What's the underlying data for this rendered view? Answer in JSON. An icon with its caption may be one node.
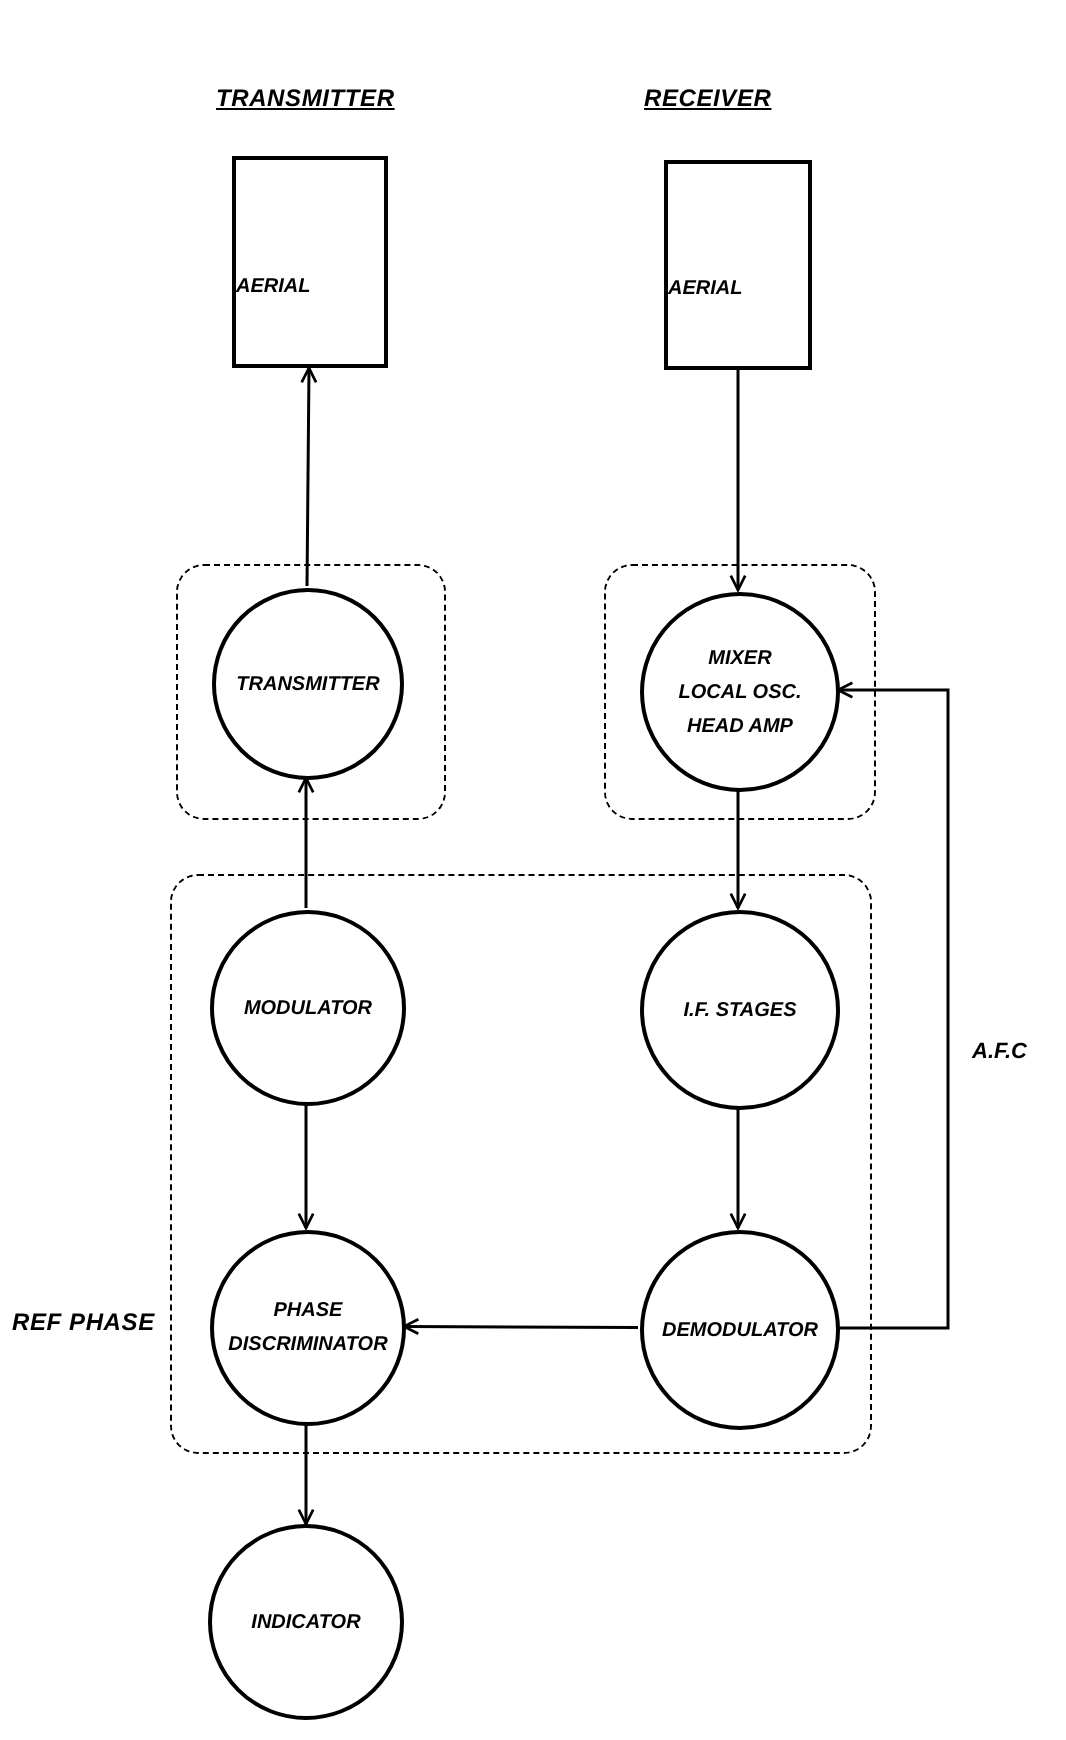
{
  "diagram": {
    "nodes": [
      {
        "text": [
          "AERIAL"
        ]
      },
      {
        "text": [
          "AERIAL"
        ]
      },
      {
        "text": [],
        "shape": "box"
      },
      {
        "text": [
          "TRANSMITTER"
        ],
        "in": 2
      },
      {
        "text": [],
        "shape": "box"
      },
      {
        "text": [
          "MIXER",
          "LOCAL OSC.",
          "HEAD AMP"
        ],
        "in": 4
      },
      {
        "text": [],
        "shape": "box"
      },
      {
        "text": [
          "MODULATOR"
        ],
        "in": 6
      },
      {
        "text": [
          "I.F. STAGES"
        ],
        "in": 6
      },
      {
        "text": [
          "PHASE DISCRIMINATOR"
        ],
        "in": 6
      },
      {
        "text": [
          "DEMODULATOR"
        ],
        "in": 6
      },
      {
        "text": [
          "INDICATOR"
        ]
      }
    ],
    "edges": [
      {
        "from": 3,
        "to": 0,
        "arrow": "to"
      },
      {
        "from": 1,
        "to": 5,
        "arrow": "to"
      },
      {
        "from": 7,
        "to": 3,
        "arrow": "to"
      },
      {
        "from": 5,
        "to": 8,
        "arrow": "to"
      },
      {
        "from": 7,
        "to": 9,
        "arrow": "to"
      },
      {
        "from": 8,
        "to": 10,
        "arrow": "to"
      },
      {
        "from": 10,
        "to": 9,
        "arrow": "to"
      },
      {
        "from": 9,
        "to": 11,
        "arrow": "to"
      },
      {
        "from": 10,
        "to": 5,
        "arrow": "to",
        "label": "A.F.C"
      }
    ],
    "labels": [
      "TRANSMITTER",
      "RECEIVER",
      "REF PHASE"
    ]
  }
}
